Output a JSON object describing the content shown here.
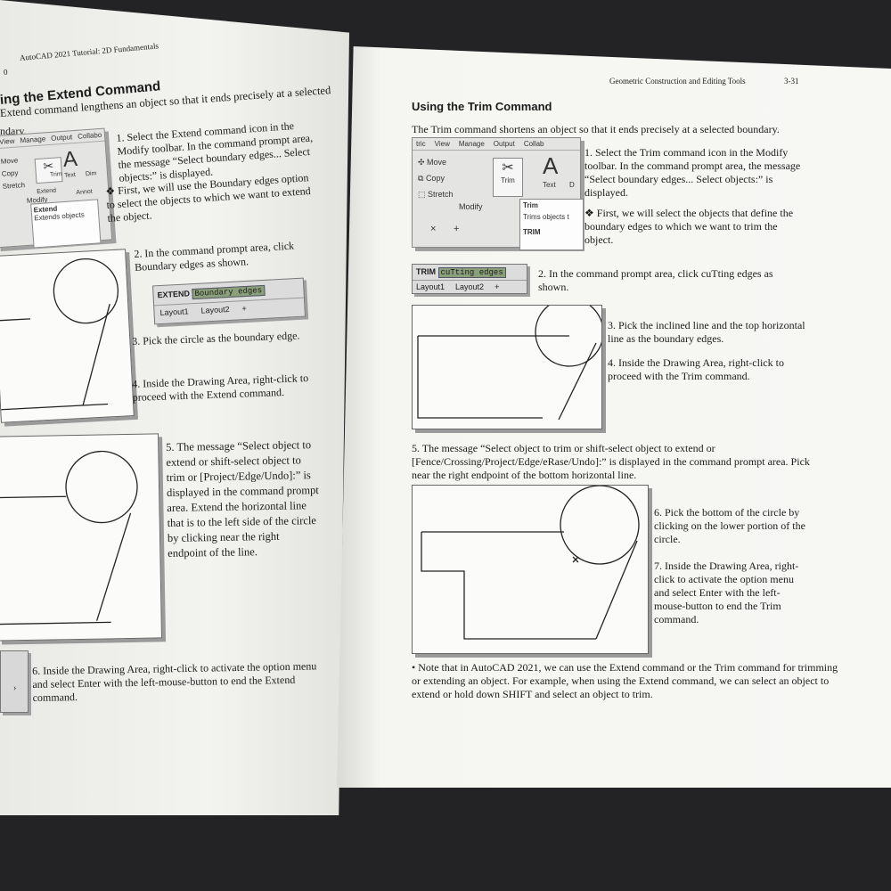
{
  "left_page": {
    "header": "AutoCAD 2021 Tutorial: 2D Fundamentals",
    "page_number": "0",
    "section_title": "ing the Extend Command",
    "intro": "Extend command lengthens an object so that it ends precisely at a selected",
    "intro2": "ndary.",
    "ribbon": {
      "tabs": [
        "View",
        "Manage",
        "Output",
        "Collabo"
      ],
      "tools": [
        "Move",
        "Copy",
        "Stretch"
      ],
      "modify_label": "Modify",
      "trim_label": "Trim",
      "text_label": "Text",
      "dim_label": "Dim",
      "annot_label": "Annot",
      "extend_label": "Extend",
      "flyout_title": "Extend",
      "flyout_desc": "Extends objects"
    },
    "step1": "1. Select the Extend command icon in the Modify toolbar. In the command prompt area, the message “Select boundary edges... Select objects:” is displayed.",
    "bullet1": "First, we will use the Boundary edges option to select the objects to which we want to extend the object.",
    "step2": "2. In the command prompt area, click Boundary edges as shown.",
    "cmd": {
      "name": "EXTEND",
      "option": "Boundary edges",
      "layout1": "Layout1",
      "layout2": "Layout2",
      "plus": "+"
    },
    "step3": "3. Pick the circle as the boundary edge.",
    "step4": "4. Inside the Drawing Area, right-click to proceed with the Extend command.",
    "step5": "5. The message “Select object to extend or shift-select object to trim or [Project/Edge/Undo]:” is displayed in the command prompt area. Extend the horizontal line that is to the left side of the circle by clicking near the right endpoint of the line.",
    "step6": "6. Inside the Drawing Area, right-click to activate the option menu and select Enter with the left-mouse-button to end the Extend command."
  },
  "right_page": {
    "header": "Geometric Construction and Editing Tools",
    "page_number": "3-31",
    "section_title": "Using the Trim Command",
    "intro": "The Trim command shortens an object so that it ends precisely at a selected boundary.",
    "ribbon": {
      "tabs": [
        "tric",
        "View",
        "Manage",
        "Output",
        "Collab"
      ],
      "tools": [
        "Move",
        "Copy",
        "Stretch"
      ],
      "modify_label": "Modify",
      "trim_label": "Trim",
      "text_label": "Text",
      "d_label": "D",
      "flyout_title": "Trim",
      "flyout_desc": "Trims objects t",
      "flyout_cmd": "TRIM",
      "close": "×",
      "plus": "+"
    },
    "step1": "1. Select the Trim command icon in the Modify toolbar. In the command prompt area, the message “Select boundary edges... Select objects:” is displayed.",
    "bullet1": "First, we will select the objects that define the boundary edges to which we want to trim the object.",
    "cmd": {
      "name": "TRIM",
      "option": "cuTting edges",
      "layout1": "Layout1",
      "layout2": "Layout2",
      "plus": "+"
    },
    "step2": "2. In the command prompt area, click cuTting edges as shown.",
    "step3": "3. Pick the inclined line and the top horizontal line as the boundary edges.",
    "step4": "4. Inside the Drawing Area, right-click to proceed with the Trim command.",
    "step5": "5. The message “Select object to trim or shift-select object to extend or [Fence/Crossing/Project/Edge/eRase/Undo]:” is displayed in the command prompt area. Pick near the right endpoint of the bottom horizontal line.",
    "step6": "6. Pick the bottom of the circle by clicking on the lower portion of the circle.",
    "step7": "7. Inside the Drawing Area, right-click to activate the option menu and select Enter with the left-mouse-button to end the Trim command.",
    "note": "Note that in AutoCAD 2021, we can use the Extend command or the Trim command for trimming or extending an object. For example, when using the Extend command, we can select an object to extend or hold down SHIFT and select an object to trim."
  }
}
